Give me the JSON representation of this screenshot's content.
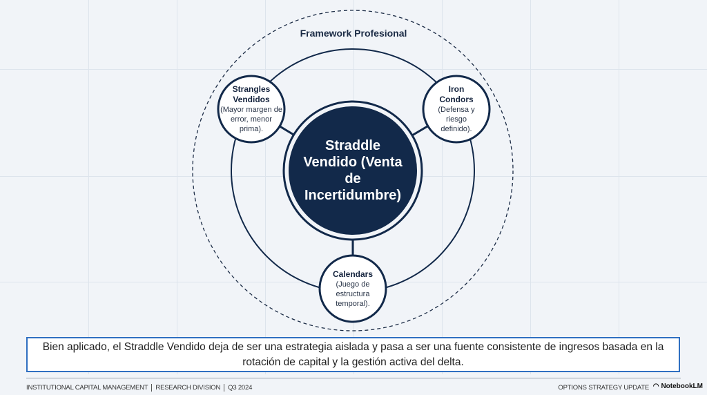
{
  "diagram": {
    "title": "Framework Profesional",
    "center": {
      "label": "Straddle Vendido (Venta de Incertidumbre)"
    },
    "nodes": [
      {
        "title": "Strangles Vendidos",
        "desc": "(Mayor margen de error, menor prima)."
      },
      {
        "title": "Iron Condors",
        "desc": "(Defensa y riesgo definido)."
      },
      {
        "title": "Calendars",
        "desc": "(Juego de estructura temporal)."
      }
    ]
  },
  "caption": "Bien aplicado, el Straddle Vendido deja de ser una estrategia aislada y pasa a ser una fuente consistente de ingresos basada en la rotación de capital y la gestión activa del delta.",
  "footer": {
    "left": [
      "INSTITUTIONAL CAPITAL MANAGEMENT",
      "RESEARCH DIVISION",
      "Q3 2024"
    ],
    "right": "OPTIONS STRATEGY UPDATE",
    "brand": "NotebookLM"
  },
  "colors": {
    "navy": "#12294a",
    "accent": "#2f6fc1",
    "background": "#f1f4f8"
  }
}
